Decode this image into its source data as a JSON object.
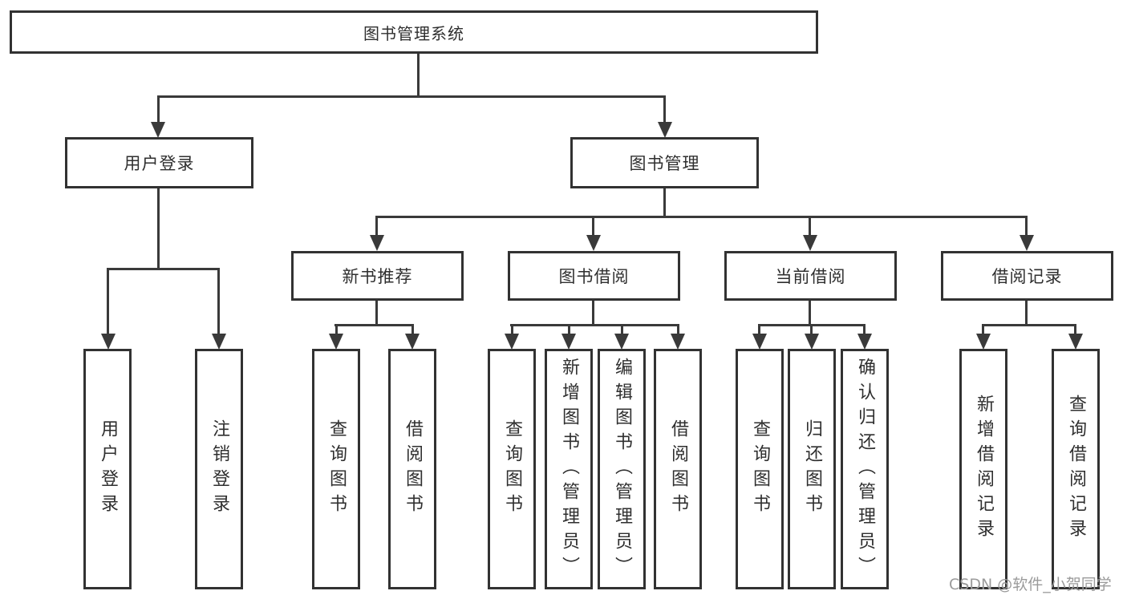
{
  "diagram": {
    "root": {
      "label": "图书管理系统"
    },
    "level2": [
      {
        "id": "user-login",
        "label": "用户登录"
      },
      {
        "id": "book-management",
        "label": "图书管理"
      }
    ],
    "level3": [
      {
        "id": "new-book-recommend",
        "label": "新书推荐",
        "parent": "图书管理"
      },
      {
        "id": "book-borrow",
        "label": "图书借阅",
        "parent": "图书管理"
      },
      {
        "id": "current-borrow",
        "label": "当前借阅",
        "parent": "图书管理"
      },
      {
        "id": "borrow-record",
        "label": "借阅记录",
        "parent": "图书管理"
      }
    ],
    "leaves": [
      {
        "label": "用户登录",
        "parent": "用户登录"
      },
      {
        "label": "注销登录",
        "parent": "用户登录"
      },
      {
        "label": "查询图书",
        "parent": "新书推荐"
      },
      {
        "label": "借阅图书",
        "parent": "新书推荐"
      },
      {
        "label": "查询图书",
        "parent": "图书借阅"
      },
      {
        "label": "新增图书（管理员）",
        "parent": "图书借阅"
      },
      {
        "label": "编辑图书（管理员）",
        "parent": "图书借阅"
      },
      {
        "label": "借阅图书",
        "parent": "图书借阅"
      },
      {
        "label": "查询图书",
        "parent": "当前借阅"
      },
      {
        "label": "归还图书",
        "parent": "当前借阅"
      },
      {
        "label": "确认归还（管理员）",
        "parent": "当前借阅"
      },
      {
        "label": "新增借阅记录",
        "parent": "借阅记录"
      },
      {
        "label": "查询借阅记录",
        "parent": "借阅记录"
      }
    ],
    "watermark": "CSDN @软件_小贺同学",
    "colors": {
      "line": "#3a3a3a",
      "box_border": "#323232",
      "text": "#2f2f2f",
      "watermark": "#9b9b9b",
      "background": "#ffffff"
    }
  }
}
